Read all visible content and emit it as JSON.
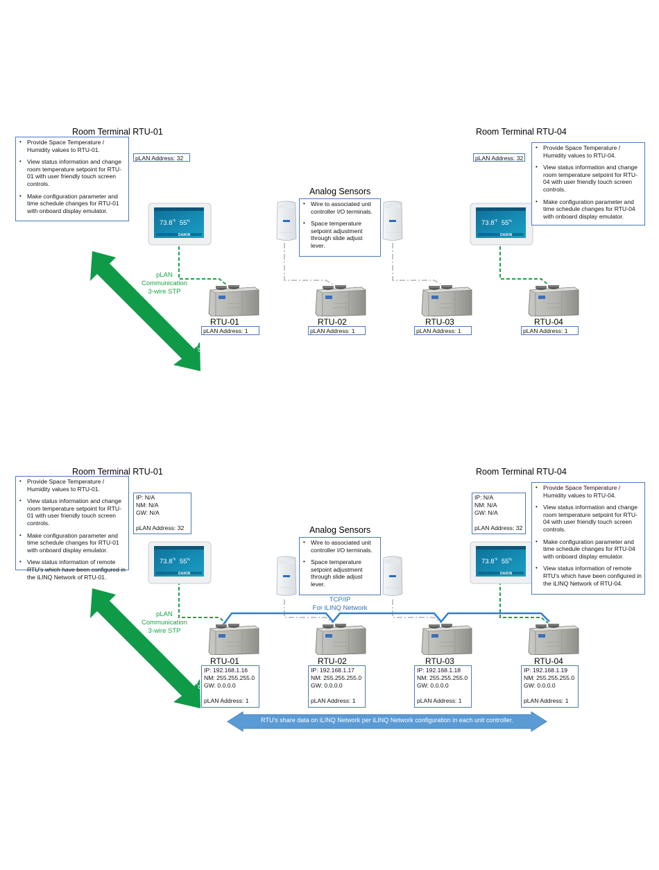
{
  "top": {
    "left_terminal": {
      "title": "Room Terminal RTU-01",
      "bullets": [
        "Provide Space Temperature / Humidity values to RTU-01.",
        "View status information and change room temperature setpoint for RTU-01 with user friendly touch screen controls.",
        "Make configuration parameter and time schedule changes for RTU-01 with onboard display emulator."
      ],
      "plan_address": "pLAN Address: 32"
    },
    "right_terminal": {
      "title": "Room Terminal RTU-04",
      "bullets": [
        "Provide Space Temperature / Humidity values to RTU-04.",
        "View status information and change room temperature setpoint  for RTU-04 with user friendly touch screen controls.",
        "Make configuration parameter and time schedule changes for RTU-04 with onboard display emulator."
      ],
      "plan_address": "pLAN Address: 32"
    },
    "sensors": {
      "title": "Analog Sensors",
      "bullets": [
        "Wire to associated unit controller I/O terminals.",
        "Space temperature setpoint adjustment through slide adjust lever."
      ]
    },
    "plan_comm": [
      "pLAN",
      "Communication",
      "3-wire STP"
    ],
    "arrow_label": "Room Terminal shares data with RTU-01",
    "units": [
      {
        "name": "RTU-01",
        "plan": "pLAN Address: 1"
      },
      {
        "name": "RTU-02",
        "plan": "pLAN Address: 1"
      },
      {
        "name": "RTU-03",
        "plan": "pLAN Address: 1"
      },
      {
        "name": "RTU-04",
        "plan": "pLAN Address: 1"
      }
    ]
  },
  "bottom": {
    "left_terminal": {
      "title": "Room Terminal RTU-01",
      "bullets": [
        "Provide Space Temperature / Humidity values to RTU-01.",
        "View status information and change room temperature setpoint for RTU-01 with user friendly touch screen controls.",
        "Make configuration parameter and time schedule changes for RTU-01 with onboard display emulator.",
        "View status information of remote RTU's which have been configured in the iLINQ Network of RTU-01."
      ],
      "net": {
        "ip": "IP: N/A",
        "nm": "NM: N/A",
        "gw": "GW: N/A",
        "plan": "pLAN Address: 32"
      }
    },
    "right_terminal": {
      "title": "Room Terminal RTU-04",
      "bullets": [
        "Provide Space Temperature / Humidity values to RTU-04.",
        "View status information and change room temperature setpoint  for RTU-04 with user friendly touch screen controls.",
        "Make configuration parameter and time schedule changes for RTU-04 with onboard display emulator.",
        "View status information of remote RTU's which have been configured in the iLINQ Network of RTU-04."
      ],
      "net": {
        "ip": "IP: N/A",
        "nm": "NM: N/A",
        "gw": "GW: N/A",
        "plan": "pLAN Address: 32"
      }
    },
    "sensors": {
      "title": "Analog Sensors",
      "bullets": [
        "Wire to associated unit controller I/O terminals.",
        "Space temperature setpoint adjustment through slide adjust lever."
      ]
    },
    "tcpip": [
      "TCP/IP",
      "For iLINQ Network"
    ],
    "plan_comm": [
      "pLAN",
      "Communication",
      "3-wire STP"
    ],
    "arrow_label": "Room Terminal shares data with RTU-01",
    "units": [
      {
        "name": "RTU-01",
        "ip": "IP: 192.168.1.16",
        "nm": "NM: 255.255.255.0",
        "gw": "GW: 0.0.0.0",
        "plan": "pLAN Address: 1"
      },
      {
        "name": "RTU-02",
        "ip": "IP: 192.168.1.17",
        "nm": "NM: 255.255.255.0",
        "gw": "GW: 0.0.0.0",
        "plan": "pLAN Address: 1"
      },
      {
        "name": "RTU-03",
        "ip": "IP: 192.168.1.18",
        "nm": "NM: 255.255.255.0",
        "gw": "GW: 0.0.0.0",
        "plan": "pLAN Address: 1"
      },
      {
        "name": "RTU-04",
        "ip": "IP: 192.168.1.19",
        "nm": "NM: 255.255.255.0",
        "gw": "GW: 0.0.0.0",
        "plan": "pLAN Address: 1"
      }
    ],
    "share_banner": "RTU's share data on iLINQ Network per iLINQ Network configuration in each unit controller."
  },
  "thermostat_display": {
    "temp": "73.8",
    "temp_unit": "°F",
    "humidity": "55",
    "humidity_unit": "%",
    "brand": "DAIKIN"
  },
  "colors": {
    "box_border": "#4a78b8",
    "green": "#17a345",
    "blue": "#2d6fb8",
    "banner": "#5b9bd5"
  }
}
